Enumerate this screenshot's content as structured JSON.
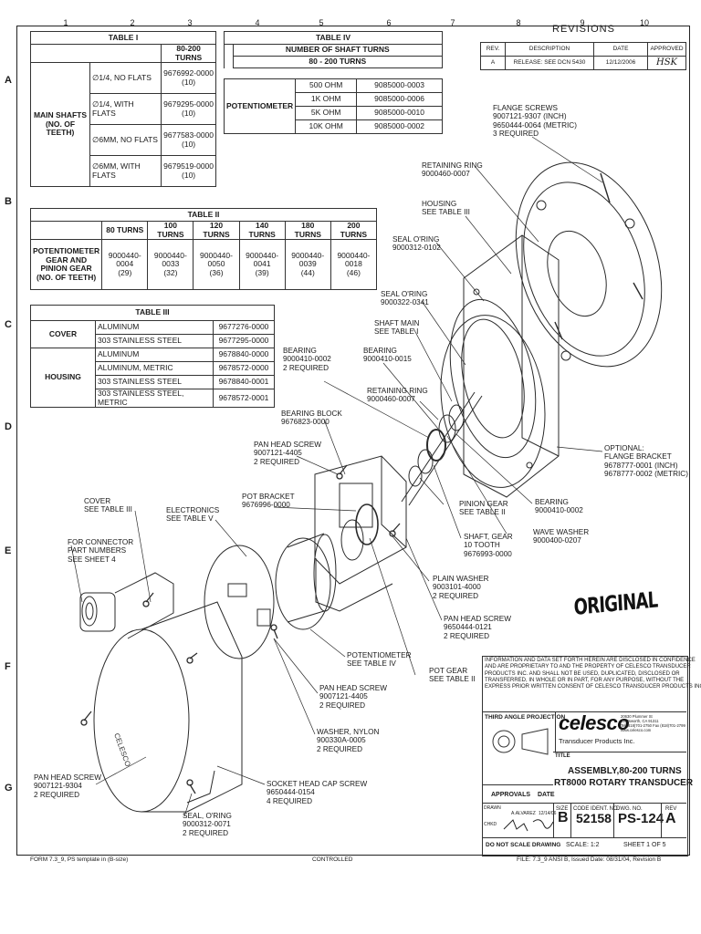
{
  "zones": {
    "columns": [
      "1",
      "2",
      "3",
      "4",
      "5",
      "6",
      "7",
      "8",
      "9",
      "10"
    ],
    "rows": [
      "A",
      "B",
      "C",
      "D",
      "E",
      "F",
      "G"
    ]
  },
  "table1": {
    "title": "TABLE I",
    "col_header": "80-200 TURNS",
    "group_label": "MAIN SHAFTS\n(NO. OF TEETH)",
    "rows": [
      {
        "desc": "∅1/4, NO FLATS",
        "part": "9676992-0000\n(10)"
      },
      {
        "desc": "∅1/4, WITH FLATS",
        "part": "9679295-0000\n(10)"
      },
      {
        "desc": "∅6MM, NO FLATS",
        "part": "9677583-0000\n(10)"
      },
      {
        "desc": "∅6MM, WITH FLATS",
        "part": "9679519-0000\n(10)"
      }
    ]
  },
  "table4": {
    "title": "TABLE IV",
    "header1": "NUMBER OF SHAFT TURNS",
    "header2": "80 - 200 TURNS",
    "group_label": "POTENTIOMETER",
    "rows": [
      {
        "ohm": "500 OHM",
        "part": "9085000-0003"
      },
      {
        "ohm": "1K OHM",
        "part": "9085000-0006"
      },
      {
        "ohm": "5K OHM",
        "part": "9085000-0010"
      },
      {
        "ohm": "10K OHM",
        "part": "9085000-0002"
      }
    ]
  },
  "table2": {
    "title": "TABLE II",
    "headers": [
      "80 TURNS",
      "100 TURNS",
      "120 TURNS",
      "140 TURNS",
      "180 TURNS",
      "200 TURNS"
    ],
    "row_label": "POTENTIOMETER\nGEAR AND\nPINION GEAR\n(NO. OF TEETH)",
    "values": [
      "9000440-0004\n(29)",
      "9000440-0033\n(32)",
      "9000440-0050\n(36)",
      "9000440-0041\n(39)",
      "9000440-0039\n(44)",
      "9000440-0018\n(46)"
    ]
  },
  "table3": {
    "title": "TABLE III",
    "cover_label": "COVER",
    "housing_label": "HOUSING",
    "cover_rows": [
      {
        "material": "ALUMINUM",
        "part": "9677276-0000"
      },
      {
        "material": "303 STAINLESS STEEL",
        "part": "9677295-0000"
      }
    ],
    "housing_rows": [
      {
        "material": "ALUMINUM",
        "part": "9678840-0000"
      },
      {
        "material": "ALUMINUM, METRIC",
        "part": "9678572-0000"
      },
      {
        "material": "303 STAINLESS STEEL",
        "part": "9678840-0001"
      },
      {
        "material": "303 STAINLESS STEEL, METRIC",
        "part": "9678572-0001"
      }
    ]
  },
  "revisions": {
    "title": "REVISIONS",
    "headers": [
      "REV.",
      "DESCRIPTION",
      "DATE",
      "APPROVED"
    ],
    "rows": [
      {
        "rev": "A",
        "desc": "RELEASE: SEE DCN 5430",
        "date": "12/12/2006",
        "approved": "HSK"
      }
    ]
  },
  "callouts": {
    "flange_screws": "FLANGE SCREWS\n9007121-9307 (INCH)\n9650444-0064 (METRIC)\n3 REQUIRED",
    "retaining_ring_top": "RETAINING RING\n9000460-0007",
    "housing": "HOUSING\nSEE TABLE III",
    "seal_oring_1": "SEAL O'RING\n9000312-0102",
    "seal_oring_2": "SEAL O'RING\n9000322-0341",
    "shaft_main": "SHAFT MAIN\nSEE TABLE I",
    "bearing_1": "BEARING\n9000410-0002\n2 REQUIRED",
    "bearing_2": "BEARING\n9000410-0015",
    "retaining_ring_2": "RETAINING RING\n9000460-0007",
    "bearing_block": "BEARING BLOCK\n9676823-0000",
    "pan_head_screw_1": "PAN HEAD SCREW\n9007121-4405\n2 REQUIRED",
    "pot_bracket": "POT BRACKET\n9676996-0000",
    "cover": "COVER\nSEE TABLE III",
    "electronics": "ELECTRONICS\nSEE TABLE V",
    "connector": "FOR CONNECTOR\nPART NUMBERS\nSEE SHEET 4",
    "optional_flange": "OPTIONAL:\nFLANGE BRACKET\n9678777-0001 (INCH)\n9678777-0002 (METRIC)",
    "pinion_gear": "PINION GEAR\nSEE TABLE II",
    "bearing_3": "BEARING\n9000410-0002",
    "wave_washer": "WAVE WASHER\n9000400-0207",
    "shaft_gear": "SHAFT, GEAR\n10 TOOTH\n9676993-0000",
    "plain_washer": "PLAIN WASHER\n9003101-4000\n2 REQUIRED",
    "pan_head_screw_2": "PAN HEAD SCREW\n9650444-0121\n2 REQUIRED",
    "potentiometer": "POTENTIOMETER\nSEE TABLE IV",
    "pot_gear": "POT GEAR\nSEE TABLE II",
    "pan_head_screw_3": "PAN HEAD SCREW\n9007121-4405\n2 REQUIRED",
    "washer_nylon": "WASHER, NYLON\n900330A-0005\n2 REQUIRED",
    "socket_head": "SOCKET HEAD CAP SCREW\n9650444-0154\n4 REQUIRED",
    "pan_head_screw_4": "PAN HEAD SCREW\n9007121-9304\n2 REQUIRED",
    "seal_oring_3": "SEAL, O'RING\n9000312-0071\n2 REQUIRED"
  },
  "stamp": "ORIGINAL",
  "title_block": {
    "notice": "INFORMATION AND DATA SET FORTH HEREIN ARE DISCLOSED IN CONFIDENCE\nAND ARE PROPRIETARY TO AND THE PROPERTY OF CELESCO TRANSDUCER\nPRODUCTS INC. AND SHALL NOT BE USED, DUPLICATED, DISCLOSED OR\nTRANSFERRED, IN WHOLE OR IN PART, FOR ANY PURPOSE, WITHOUT THE\nEXPRESS PRIOR WRITTEN CONSENT OF CELESCO TRANSDUCER PRODUCTS INC.",
    "projection": "THIRD ANGLE PROJECTION",
    "company": "celesco",
    "company_sub": "Transducer Products Inc.",
    "address": "20630 Plummer St\nChatsworth, CA 91311\nTel (818)701-2750 Fax (818)701-2799\nwww.celesco.com",
    "title_label": "TITLE",
    "title_line1": "ASSEMBLY,80-200 TURNS",
    "title_line2": "RT8000 ROTARY TRANSDUCER",
    "approvals": "APPROVALS",
    "date_label": "DATE",
    "drawn_label": "DRAWN",
    "drawn_by": "A.ALVAREZ",
    "drawn_date": "12/14/06",
    "chkd_label": "CHKD",
    "size_label": "SIZE",
    "size": "B",
    "code_label": "CODE IDENT. NO.",
    "code": "52158",
    "dwg_label": "DWG. NO.",
    "dwg": "PS-124",
    "rev_label": "REV",
    "rev": "A",
    "no_scale": "DO NOT SCALE DRAWING",
    "scale": "SCALE: 1:2",
    "sheet": "SHEET 1 OF 5"
  },
  "footer": {
    "left": "FORM 7.3_9, PS template in (B-size)",
    "center": "CONTROLLED",
    "right": "FILE: 7.3_9 ANSI B, Issued Date: 08/31/04, Revision B"
  }
}
